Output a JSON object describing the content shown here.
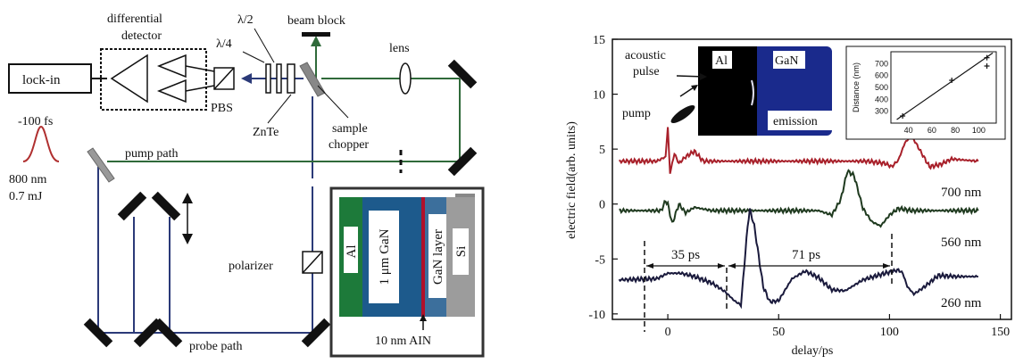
{
  "setup": {
    "differential_detector": [
      "differential",
      "detector"
    ],
    "lockin": "lock-in",
    "half_wave": "λ/2",
    "quarter_wave": "λ/4",
    "beam_block": "beam block",
    "lens": "lens",
    "pbs": "PBS",
    "znte": "ZnTe",
    "sample_chopper": [
      "sample",
      "chopper"
    ],
    "pulse_duration": "-100 fs",
    "pump_path": "pump path",
    "wavelength": "800 nm",
    "energy": "0.7 mJ",
    "polarizer": "polarizer",
    "probe_path": "probe path",
    "sample_layers": {
      "al": "Al",
      "gan_1um": "1 μm GaN",
      "gan_layer": "GaN layer",
      "si": "Si",
      "aln": "10 nm AIN"
    }
  },
  "chart_data": {
    "type": "line",
    "xlabel": "delay/ps",
    "ylabel": "electric field(arb. units)",
    "xlim": [
      -25,
      155
    ],
    "ylim": [
      -10.5,
      15
    ],
    "xticks": [
      0,
      50,
      100,
      150
    ],
    "yticks": [
      -10,
      -5,
      0,
      5,
      10,
      15
    ],
    "ytick_labels": [
      "-10",
      "-5",
      "0",
      "5",
      "10",
      "15"
    ],
    "series": [
      {
        "name": "700 nm",
        "color": "#a8202a",
        "baseline": 3.9,
        "points": [
          [
            -22,
            3.9
          ],
          [
            -5,
            3.9
          ],
          [
            -1,
            4.3
          ],
          [
            0,
            7
          ],
          [
            1,
            2.8
          ],
          [
            3,
            4.6
          ],
          [
            5,
            3.7
          ],
          [
            8,
            4.3
          ],
          [
            12,
            4.8
          ],
          [
            16,
            3.9
          ],
          [
            30,
            3.9
          ],
          [
            60,
            3.9
          ],
          [
            90,
            3.9
          ],
          [
            98,
            3.7
          ],
          [
            101,
            3.4
          ],
          [
            104,
            4.0
          ],
          [
            107,
            5.6
          ],
          [
            110,
            6.2
          ],
          [
            114,
            4.8
          ],
          [
            118,
            3.4
          ],
          [
            123,
            3.6
          ],
          [
            128,
            4.1
          ],
          [
            140,
            3.9
          ]
        ]
      },
      {
        "name": "560 nm",
        "color": "#1f3a1f",
        "baseline": -0.6,
        "points": [
          [
            -22,
            -0.6
          ],
          [
            -3,
            -0.6
          ],
          [
            -1,
            0.3
          ],
          [
            0,
            0
          ],
          [
            2,
            -1.8
          ],
          [
            5,
            0
          ],
          [
            8,
            -0.8
          ],
          [
            12,
            -0.3
          ],
          [
            20,
            -0.6
          ],
          [
            55,
            -0.6
          ],
          [
            68,
            -0.6
          ],
          [
            74,
            -1.0
          ],
          [
            78,
            0.4
          ],
          [
            81,
            3.0
          ],
          [
            84,
            2.6
          ],
          [
            88,
            -0.4
          ],
          [
            92,
            -1.6
          ],
          [
            96,
            -2.0
          ],
          [
            100,
            -1.0
          ],
          [
            104,
            -0.4
          ],
          [
            110,
            -0.6
          ],
          [
            140,
            -0.6
          ]
        ]
      },
      {
        "name": "260 nm",
        "color": "#1a1a3c",
        "baseline": -6.8,
        "points": [
          [
            -22,
            -6.9
          ],
          [
            -5,
            -6.8
          ],
          [
            0,
            -6.3
          ],
          [
            6,
            -6.3
          ],
          [
            12,
            -6.6
          ],
          [
            20,
            -7.2
          ],
          [
            26,
            -8.0
          ],
          [
            30,
            -8.8
          ],
          [
            33,
            -9.2
          ],
          [
            36,
            -2.0
          ],
          [
            37,
            -0.5
          ],
          [
            39,
            -2.0
          ],
          [
            43,
            -7.5
          ],
          [
            46,
            -8.9
          ],
          [
            50,
            -8.8
          ],
          [
            56,
            -6.8
          ],
          [
            62,
            -6.1
          ],
          [
            68,
            -6.7
          ],
          [
            74,
            -7.8
          ],
          [
            80,
            -7.9
          ],
          [
            88,
            -6.9
          ],
          [
            98,
            -6.3
          ],
          [
            104,
            -6.0
          ],
          [
            106,
            -6.3
          ],
          [
            108,
            -7.5
          ],
          [
            111,
            -8.2
          ],
          [
            116,
            -7.5
          ],
          [
            122,
            -6.5
          ],
          [
            130,
            -6.6
          ],
          [
            140,
            -6.6
          ]
        ]
      }
    ],
    "annotations": {
      "interval1": "35 ps",
      "interval2": "71 ps"
    }
  },
  "inset_photo": {
    "acoustic": [
      "acoustic",
      "pulse"
    ],
    "pump": "pump",
    "al": "Al",
    "gan": "GaN",
    "emission": "emission"
  },
  "inset_plot": {
    "ylabel": "Distance (nm)",
    "yticks": [
      "300",
      "400",
      "500",
      "600",
      "700"
    ],
    "xticks": [
      "40",
      "60",
      "80",
      "100"
    ],
    "points": [
      [
        35,
        260
      ],
      [
        77,
        560
      ],
      [
        107,
        680
      ],
      [
        107,
        750
      ]
    ]
  }
}
